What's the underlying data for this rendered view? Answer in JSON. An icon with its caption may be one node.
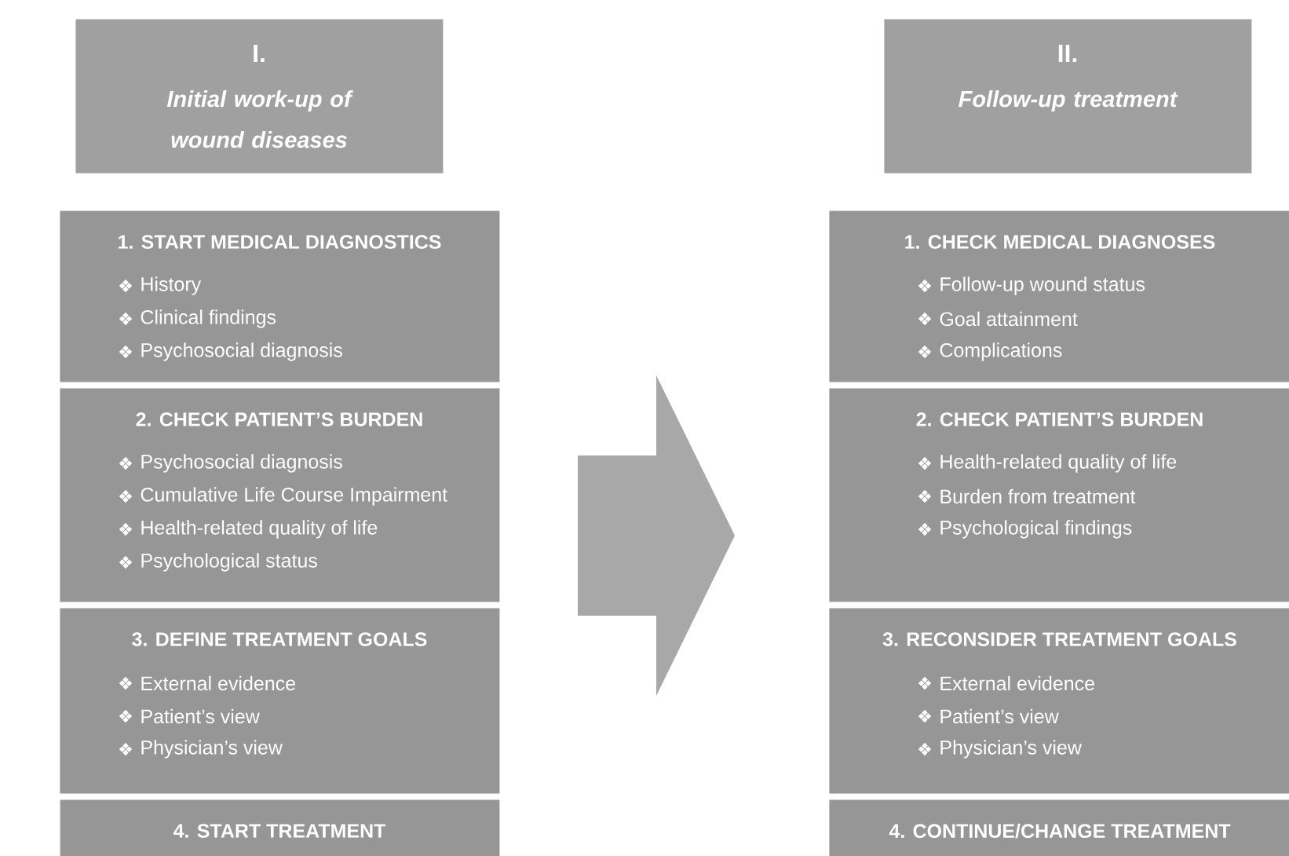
{
  "diagram": {
    "nodes": [
      {
        "text": [
          "I.",
          "Initial work-up of wound diseases"
        ]
      },
      {
        "text": [
          "1. START MEDICAL DIAGNOSTICS",
          "History",
          "Clinical findings",
          "Psychosocial diagnosis"
        ]
      },
      {
        "text": [
          "2. CHECK PATIENT’S BURDEN",
          "Psychosocial diagnosis",
          "Cumulative Life Course Impairment",
          "Health-related quality of life",
          "Psychological status"
        ]
      },
      {
        "text": [
          "3. DEFINE TREATMENT GOALS",
          "External evidence",
          "Patient’s view",
          "Physician’s view"
        ]
      },
      {
        "text": [
          "4. START TREATMENT"
        ]
      },
      {
        "text": [
          "II.",
          "Follow-up treatment"
        ]
      },
      {
        "text": [
          "1. CHECK MEDICAL DIAGNOSES",
          "Follow-up wound status",
          "Goal attainment",
          "Complications"
        ]
      },
      {
        "text": [
          "2. CHECK PATIENT’S BURDEN",
          "Health-related quality of life",
          "Burden from treatment",
          "Psychological findings"
        ]
      },
      {
        "text": [
          "3. RECONSIDER TREATMENT GOALS",
          "External evidence",
          "Patient’s view",
          "Physician’s view"
        ]
      },
      {
        "text": [
          "4. CONTINUE/CHANGE TREATMENT"
        ]
      },
      {
        "text": [],
        "shape": "arrow"
      }
    ]
  }
}
